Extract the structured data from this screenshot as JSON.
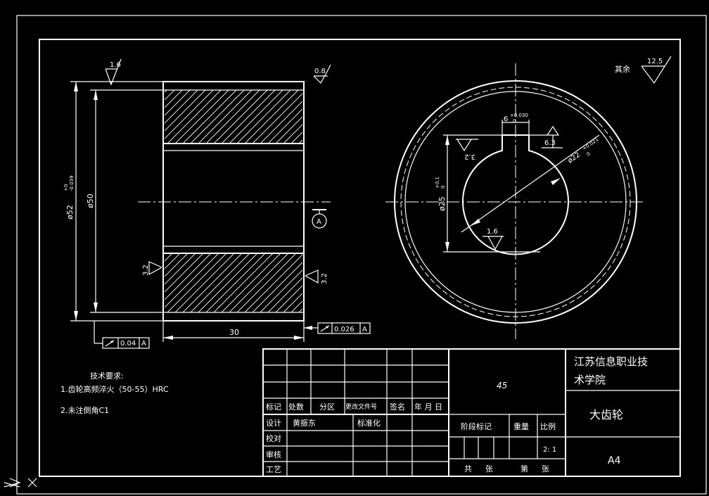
{
  "drawing": {
    "roughness_general": "12.5",
    "roughness_general_note": "其余",
    "roughness_top_left": "1.6",
    "roughness_top_right": "0.8",
    "roughness_side_left": "3.2",
    "roughness_side_right": "3.2",
    "roughness_keyway": "6.3",
    "roughness_bore_left": "3.2",
    "roughness_bore_bottom": "1.6",
    "dim_outer_prefix": "ø52",
    "dim_outer_tol_upper": "+0",
    "dim_outer_tol_lower": "-0.039",
    "dim_inner": "ø50",
    "dim_width": "30",
    "dim_keyway": "6",
    "dim_keyway_tol_upper": "+0.030",
    "dim_keyway_tol_lower": "0",
    "dim_keyway_depth": "ø25",
    "dim_keyway_depth_tol_upper": "+0.1",
    "dim_keyway_depth_tol_lower": "0",
    "dim_bore": "ø22",
    "dim_bore_tol_upper": "+0.021",
    "dim_bore_tol_lower": "0",
    "datum_label": "A",
    "tol_left_value": "0.04",
    "tol_left_datum": "A",
    "tol_right_value": "0.026",
    "tol_right_datum": "A"
  },
  "notes": {
    "title": "技术要求:",
    "item1": "1.齿轮高频淬火（50-55）HRC",
    "item2": "2.未注倒角C1"
  },
  "title_block": {
    "material": "45",
    "school_line1": "江苏信息职业技",
    "school_line2": "术学院",
    "part_name": "大齿轮",
    "sheet_size": "A4",
    "h_mark": "标记",
    "h_count": "处数",
    "h_zone": "分区",
    "h_docno": "更改文件号",
    "h_sign": "签名",
    "h_date": "年 月 日",
    "l_design": "设计",
    "designer": "黄振东",
    "l_standard": "标准化",
    "l_check": "校对",
    "l_review": "审核",
    "l_process": "工艺",
    "l_stage": "阶段标记",
    "l_weight": "重量",
    "l_scale": "比例",
    "scale_value": "2: 1",
    "l_total": "共",
    "l_sheets": "张",
    "l_no": "第",
    "l_sheet": "张"
  }
}
